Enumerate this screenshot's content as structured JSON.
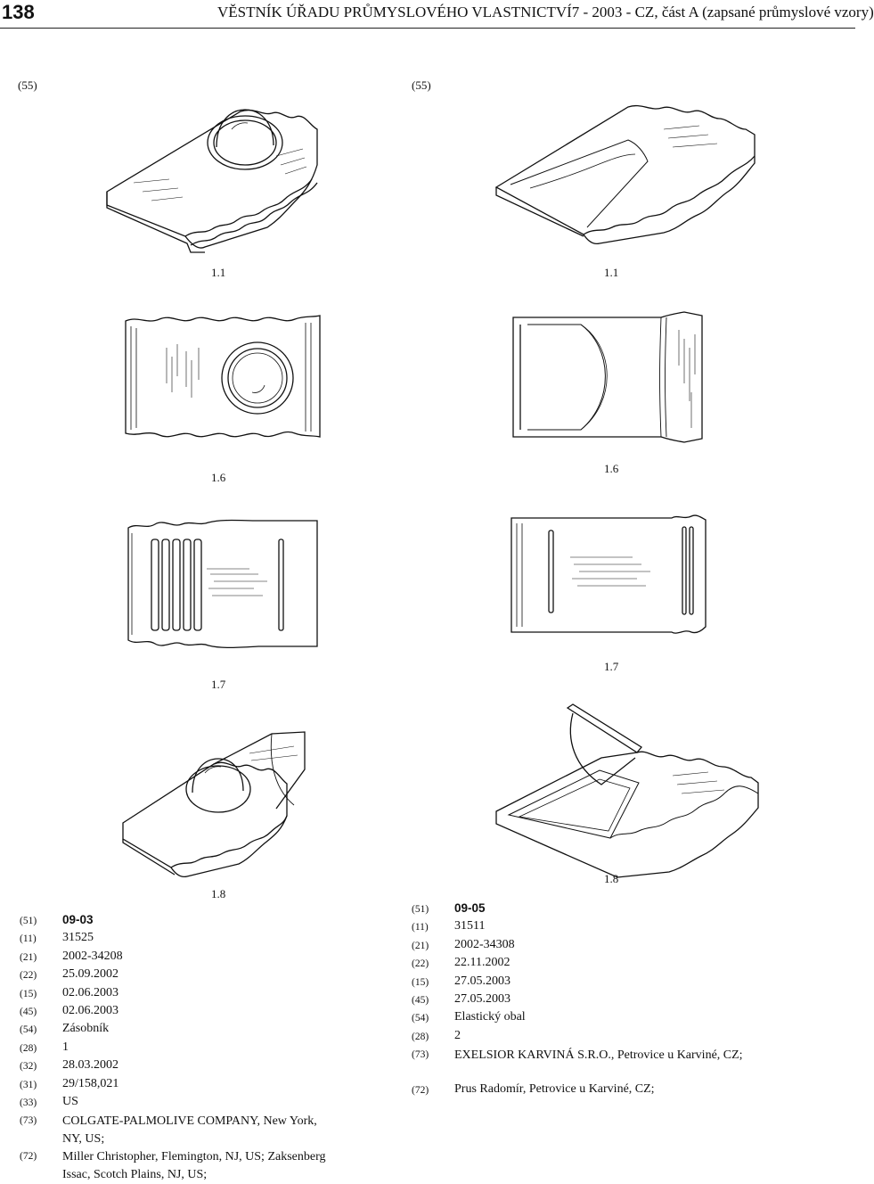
{
  "header": {
    "page_number": "138",
    "title": "VĚSTNÍK ÚŘADU PRŮMYSLOVÉHO VLASTNICTVÍ7 - 2003 - CZ, část A (zapsané průmyslové vzory)"
  },
  "left": {
    "section_code": "(55)",
    "figures": [
      "1.1",
      "1.6",
      "1.7",
      "1.8"
    ],
    "record": [
      {
        "code": "(51)",
        "value": "09-03"
      },
      {
        "code": "(11)",
        "value": "31525"
      },
      {
        "code": "(21)",
        "value": "2002-34208"
      },
      {
        "code": "(22)",
        "value": "25.09.2002"
      },
      {
        "code": "(15)",
        "value": "02.06.2003"
      },
      {
        "code": "(45)",
        "value": "02.06.2003"
      },
      {
        "code": "(54)",
        "value": "Zásobník"
      },
      {
        "code": "(28)",
        "value": "1"
      },
      {
        "code": "(32)",
        "value": "28.03.2002"
      },
      {
        "code": "(31)",
        "value": "29/158,021"
      },
      {
        "code": "(33)",
        "value": "US"
      },
      {
        "code": "(73)",
        "value": "COLGATE-PALMOLIVE COMPANY, New York, NY, US;"
      },
      {
        "code": "(72)",
        "value": "Miller Christopher, Flemington, NJ, US; Zaksenberg Issac, Scotch Plains, NJ, US;"
      }
    ]
  },
  "right": {
    "section_code": "(55)",
    "figures": [
      "1.1",
      "1.6",
      "1.7",
      "1.8"
    ],
    "record": [
      {
        "code": "(51)",
        "value": "09-05"
      },
      {
        "code": "(11)",
        "value": "31511"
      },
      {
        "code": "(21)",
        "value": "2002-34308"
      },
      {
        "code": "(22)",
        "value": "22.11.2002"
      },
      {
        "code": "(15)",
        "value": "27.05.2003"
      },
      {
        "code": "(45)",
        "value": "27.05.2003"
      },
      {
        "code": "(54)",
        "value": "Elastický obal"
      },
      {
        "code": "(28)",
        "value": "2"
      },
      {
        "code": "(73)",
        "value": "EXELSIOR KARVINÁ S.R.O., Petrovice u Karviné, CZ;"
      },
      {
        "code": "(72)",
        "value": "Prus Radomír, Petrovice u Karviné, CZ;"
      }
    ]
  }
}
